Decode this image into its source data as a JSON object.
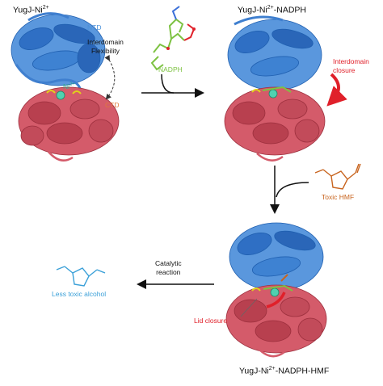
{
  "states": {
    "s1": {
      "title_pre": "YugJ-Ni",
      "title_sup": "2+",
      "title_post": ""
    },
    "s2": {
      "title_pre": "YugJ-Ni",
      "title_sup": "2+",
      "title_post": "-NADPH"
    },
    "s3": {
      "title_pre": "YugJ-Ni",
      "title_sup": "2+",
      "title_post": "-NADPH-HMF"
    }
  },
  "domain_labels": {
    "ntd": "NTD",
    "ctd": "CTD",
    "ion_pre": "Ni",
    "ion_sup": "2+"
  },
  "annotations": {
    "flex_line1": "Interdomain",
    "flex_line2": "Flexibility",
    "closure_line1": "Interdomain",
    "closure_line2": "closure",
    "lid": "Lid closure"
  },
  "steps": {
    "nadph": "NADPH",
    "hmf": "Toxic HMF",
    "catalytic_line1": "Catalytic",
    "catalytic_line2": "reaction",
    "product": "Less toxic alcohol"
  },
  "colors": {
    "ntd": "#3f7fcf",
    "ctd": "#c9505e",
    "ntd_label": "#4a90d9",
    "ctd_label": "#e07a3a",
    "nadph": "#7dc242",
    "hmf": "#c8641e",
    "product": "#3aa0d8",
    "red_arrow": "#e0202a",
    "nickel": "#4fd1b0"
  }
}
